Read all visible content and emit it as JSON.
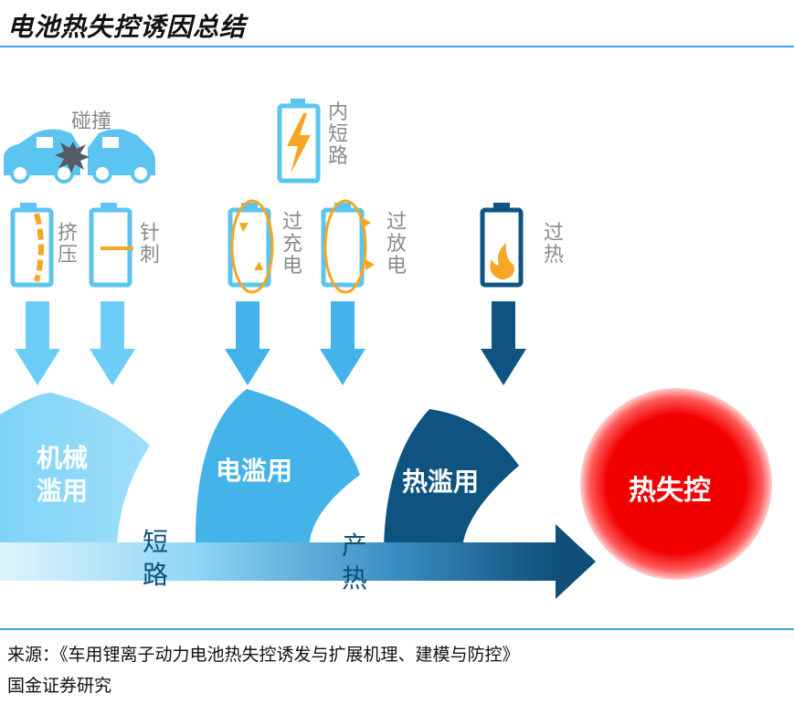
{
  "title": "电池热失控诱因总结",
  "triggers": {
    "collision": "碰撞",
    "extrusion": "挤压",
    "puncture": "针刺",
    "internal_short": "内短路",
    "overcharge": "过充电",
    "overdischarge": "过放电",
    "overheat": "过热"
  },
  "abuse": {
    "mechanical": "机械滥用",
    "electrical": "电滥用",
    "thermal": "热滥用"
  },
  "flow": {
    "short_circuit": "短路",
    "heat_generation": "产热"
  },
  "result": "热失控",
  "source": {
    "line1": "来源：《车用锂离子动力电池热失控诱发与扩展机理、建模与防控》",
    "line2": "国金证券研究"
  },
  "colors": {
    "accent_blue": "#3ea2e0",
    "light_blue": "#6ccdf7",
    "mid_blue": "#44b3ea",
    "dark_blue": "#0f5480",
    "red": "#e00000",
    "orange": "#f5a623"
  }
}
